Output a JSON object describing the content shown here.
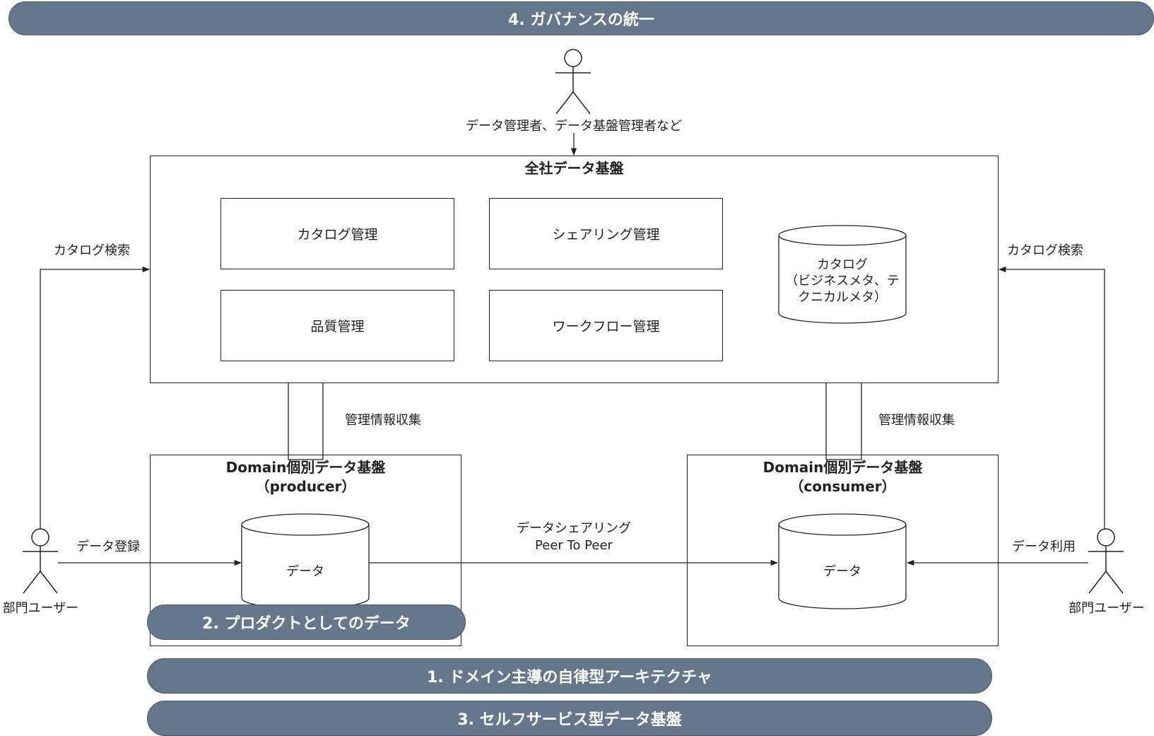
{
  "colors": {
    "pill_fill": "#65778a",
    "pill_border": "#4a5663",
    "line": "#222222"
  },
  "governance_label": "4. ガバナンスの統一",
  "admin_actor_label": "データ管理者、データ基盤管理者など",
  "enterprise": {
    "title": "全社データ基盤",
    "modules": [
      "カタログ管理",
      "シェアリング管理",
      "品質管理",
      "ワークフロー管理"
    ],
    "catalog_db_lines": [
      "カタログ",
      "（ビジネスメタ、テ",
      "クニカルメタ）"
    ]
  },
  "catalog_search_left": "カタログ検索",
  "catalog_search_right": "カタログ検索",
  "collect_left": "管理情報収集",
  "collect_right": "管理情報収集",
  "producer": {
    "title_lines": [
      "Domain個別データ基盤",
      "（producer）"
    ],
    "db_label": "データ"
  },
  "consumer": {
    "title_lines": [
      "Domain個別データ基盤",
      "（consumer）"
    ],
    "db_label": "データ"
  },
  "sharing_label_lines": [
    "データシェアリング",
    "Peer To Peer"
  ],
  "register_label": "データ登録",
  "use_label": "データ利用",
  "left_user_label": "部門ユーザー",
  "right_user_label": "部門ユーザー",
  "product_label": "2. プロダクトとしてのデータ",
  "architecture_label": "1. ドメイン主導の自律型アーキテクチャ",
  "selfservice_label": "3. セルフサービス型データ基盤"
}
